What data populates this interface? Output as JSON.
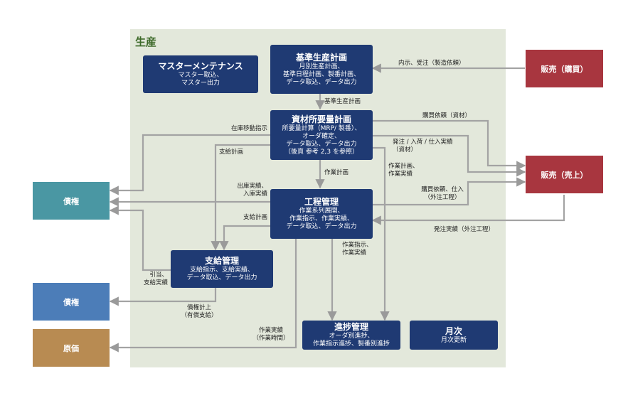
{
  "region": {
    "title": "生産"
  },
  "boxes": {
    "master": {
      "title": "マスターメンテナンス",
      "sub": "マスター取込、\nマスター出力"
    },
    "kijun": {
      "title": "基準生産計画",
      "sub": "月別生産計画、\n基準日程計画、製番計画、\nデータ取込、データ出力"
    },
    "shizai": {
      "title": "資材所要量計画",
      "sub": "所要量計算（MRP/ 製番）、\nオーダ確定、\nデータ取込、データ出力\n（後頁 参考 2,3 を参照）"
    },
    "koutei": {
      "title": "工程管理",
      "sub": "作業系列展開、\n作業指示、作業実績、\nデータ取込、データ出力"
    },
    "shikyu": {
      "title": "支給管理",
      "sub": "支給指示、支給実績、\nデータ取込、データ出力"
    },
    "shinchoku": {
      "title": "進捗管理",
      "sub": "オーダ別進捗、\n作業指示進捗、製番別進捗"
    },
    "getsuji": {
      "title": "月次",
      "sub": "月次更新"
    }
  },
  "external": {
    "hanbai_kobai": "販売（購買）",
    "hanbai_uriage": "販売（売上）",
    "saiken1": "債権",
    "saiken2": "債権",
    "genka": "原価"
  },
  "labels": {
    "naiji": "内示、受注（製造依頼）",
    "kijun_seisan": "基準生産計画",
    "zaiko_ido": "在庫移動指示",
    "kounyu_irai_shizai": "購買依頼（資材）",
    "hacchu_nyuka": "発注 / 入荷 / 仕入実績\n（資材）",
    "shikyu_keikaku1": "支給計画",
    "sagyo_keikaku": "作業計画",
    "sagyo_keikaku_jisseki": "作業計画、\n作業実績",
    "shukko": "出庫実績、\n入庫実績",
    "kounyu_irai_gaichu": "購買依頼、仕入\n（外注工程）",
    "shikyu_keikaku2": "支給計画",
    "hacchu_gaichu": "発注実績（外注工程）",
    "sagyo_shiji": "作業指示、\n作業実績",
    "hikiate": "引当、\n支給実績",
    "saimu": "債権計上\n（有償支給）",
    "sagyo_jisseki": "作業実績\n（作業時間）"
  }
}
